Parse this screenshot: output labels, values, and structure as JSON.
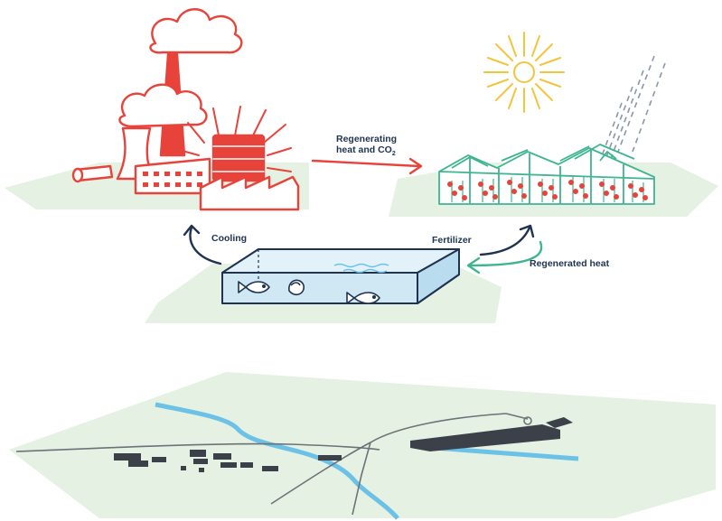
{
  "labels": {
    "regen_line1": "Regenerating",
    "regen_line2_prefix": "heat and CO",
    "regen_line2_sub": "2",
    "cooling": "Cooling",
    "fertilizer": "Fertilizer",
    "regenerated_heat": "Regenerated heat"
  },
  "colors": {
    "factory": "#e8433b",
    "greenhouse": "#3fb58f",
    "tomato": "#e8433b",
    "sun": "#f2c53d",
    "rain": "#8a97a6",
    "ground": "#e4f1e3",
    "tank_outline": "#1f3350",
    "tank_water": "#cfe8f4",
    "river": "#6cc1e6",
    "building": "#3c4149",
    "road": "#6d7278",
    "text": "#1f3350"
  },
  "icons": [
    "factory-icon",
    "sun-icon",
    "rain-icon",
    "greenhouse-icon",
    "fish-tank-icon",
    "fish-icon",
    "site-map"
  ]
}
